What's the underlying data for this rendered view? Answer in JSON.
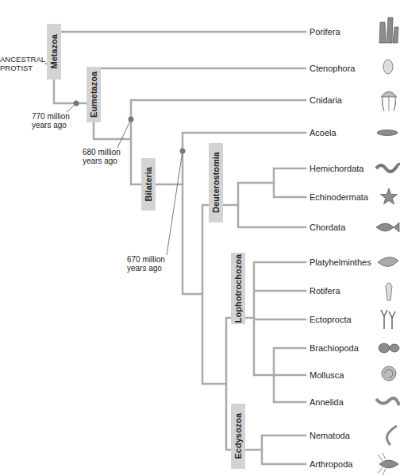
{
  "diagram": {
    "nodes": [
      {
        "text": [
          "Metazoa"
        ]
      },
      {
        "text": [
          "Eumetazoa"
        ]
      },
      {
        "text": [
          "Bilateria"
        ]
      },
      {
        "text": [
          "Deuterostomia"
        ]
      },
      {
        "text": [
          "Lophotrochozoa"
        ]
      },
      {
        "text": [
          "Ecdysozoa"
        ]
      }
    ],
    "labels": [
      "ANCESTRAL PROTIST",
      "770 million years ago",
      "680 million years ago",
      "670 million years ago",
      "Porifera",
      "Ctenophora",
      "Cnidaria",
      "Acoela",
      "Hemichordata",
      "Echinodermata",
      "Chordata",
      "Platyhelminthes",
      "Rotifera",
      "Ectoprocta",
      "Brachiopoda",
      "Mollusca",
      "Annelida",
      "Nematoda",
      "Arthropoda"
    ]
  }
}
